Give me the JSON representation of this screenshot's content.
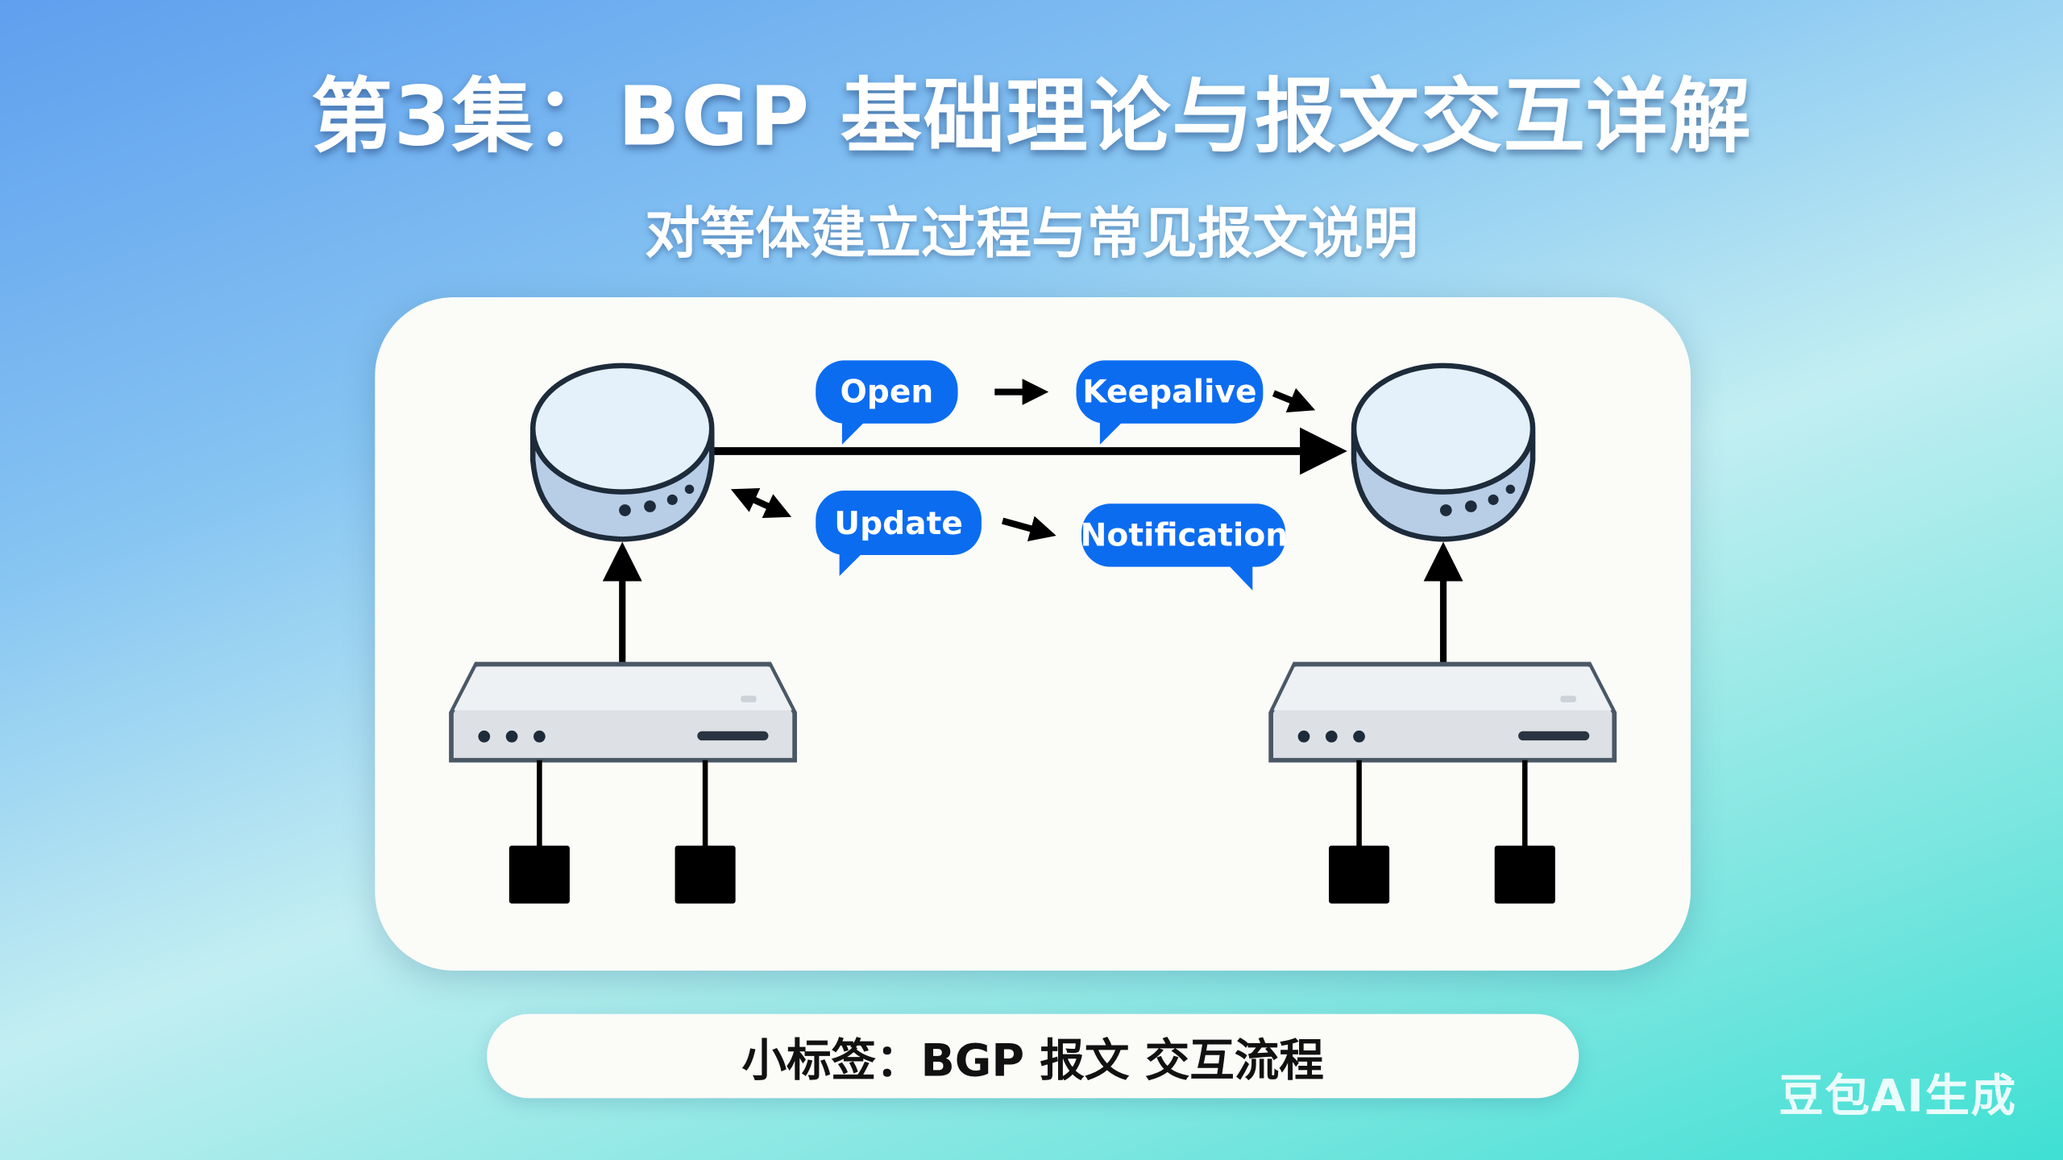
{
  "title": "第3集：BGP 基础理论与报文交互详解",
  "subtitle": "对等体建立过程与常见报文说明",
  "diagram": {
    "messages": {
      "open": "Open",
      "keepalive": "Keepalive",
      "update": "Update",
      "notification": "Notification"
    },
    "colors": {
      "bubble": "#0b6cf0",
      "router_top": "#e4f1fa",
      "router_body": "#b8cde6",
      "switch": "#dde1e6",
      "outline": "#1d2b3a"
    }
  },
  "tag_label": "小标签：BGP 报文 交互流程",
  "watermark": "豆包AI生成"
}
